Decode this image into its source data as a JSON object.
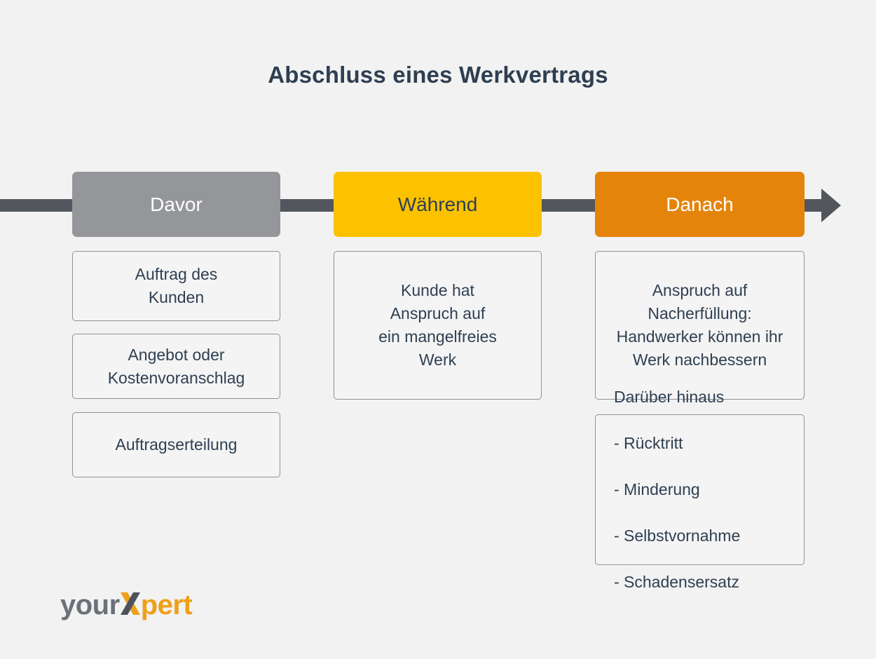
{
  "page": {
    "title": "Abschluss eines Werkvertrags",
    "background_color": "#f2f2f2",
    "text_color": "#2e3f52"
  },
  "timeline": {
    "name": "process-timeline-arrow",
    "color": "#53565c",
    "direction": "left-to-right"
  },
  "stages": [
    {
      "key": "davor",
      "label": "Davor",
      "header_color": "#949699",
      "header_text_color": "#ffffff",
      "cards": [
        {
          "text": "Auftrag des\nKunden"
        },
        {
          "text": "Angebot oder\nKostenvoranschlag"
        },
        {
          "text": "Auftragserteilung"
        }
      ]
    },
    {
      "key": "waehrend",
      "label": "Während",
      "header_color": "#fcc200",
      "header_text_color": "#2e3f52",
      "cards": [
        {
          "text": "Kunde hat\nAnspruch auf\nein mangelfreies\nWerk"
        }
      ]
    },
    {
      "key": "danach",
      "label": "Danach",
      "header_color": "#e5840a",
      "header_text_color": "#ffffff",
      "cards": [
        {
          "text": "Anspruch auf\nNacherfüllung:\nHandwerker können ihr\nWerk nachbessern"
        }
      ],
      "list_card": {
        "heading": "Darüber hinaus",
        "items": [
          "- Rücktritt",
          "- Minderung",
          "- Selbstvornahme",
          "- Schadensersatz"
        ]
      }
    }
  ],
  "logo": {
    "part_1": "your",
    "part_2": "X",
    "part_3": "pert",
    "gray_color": "#6b7079",
    "orange_color": "#efa019",
    "dark_color": "#4d535c"
  }
}
